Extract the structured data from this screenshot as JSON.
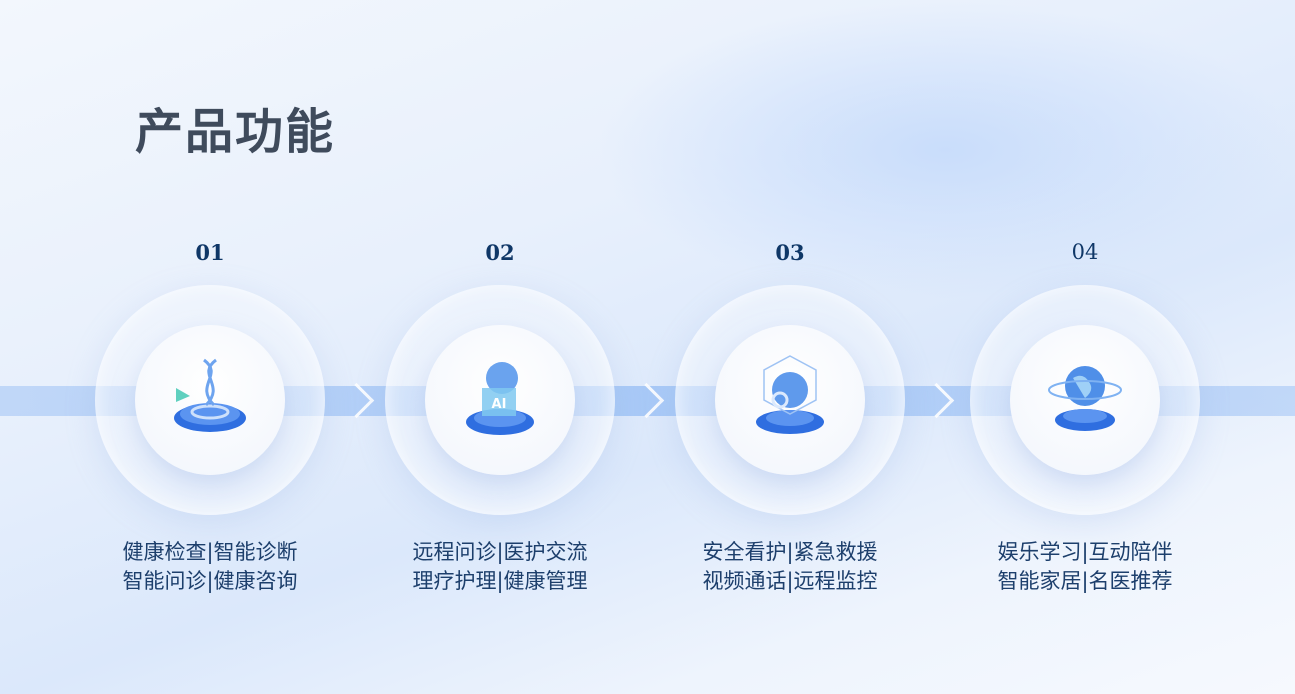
{
  "title": "产品功能",
  "steps": [
    {
      "num": "01",
      "icon": "dna-icon",
      "lines": [
        "健康检查|智能诊断",
        "智能问诊|健康咨询"
      ]
    },
    {
      "num": "02",
      "icon": "ai-head-icon",
      "lines": [
        "远程问诊|医护交流",
        "理疗护理|健康管理"
      ]
    },
    {
      "num": "03",
      "icon": "globe-shield-icon",
      "lines": [
        "安全看护|紧急救援",
        "视频通话|远程监控"
      ]
    },
    {
      "num": "04",
      "icon": "earth-icon",
      "lines": [
        "娱乐学习|互动陪伴",
        "智能家居|名医推荐"
      ]
    }
  ]
}
